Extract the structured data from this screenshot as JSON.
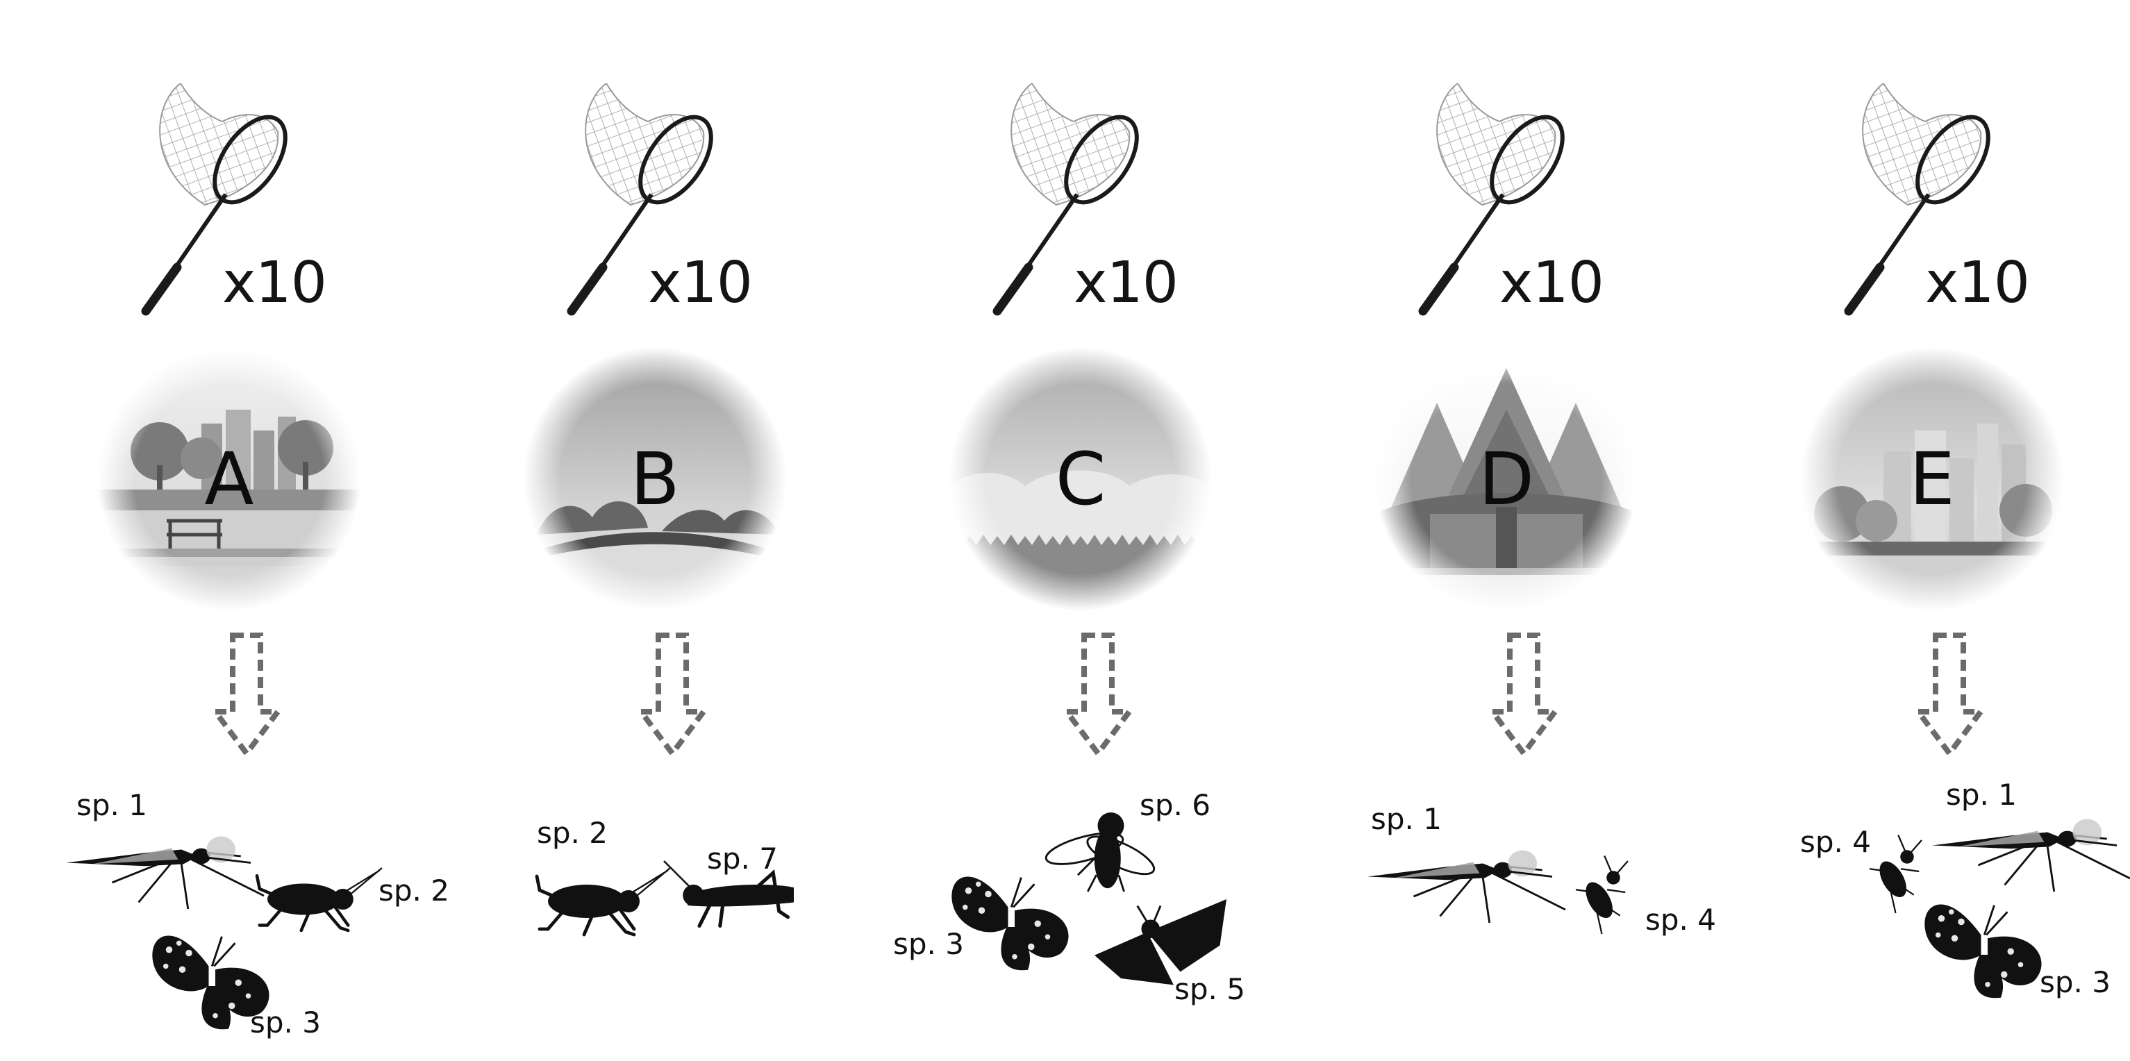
{
  "sites": [
    {
      "site_label": "A",
      "sample_count": "x10",
      "species": [
        {
          "label": "sp. 1"
        },
        {
          "label": "sp. 2"
        },
        {
          "label": "sp. 3"
        }
      ]
    },
    {
      "site_label": "B",
      "sample_count": "x10",
      "species": [
        {
          "label": "sp. 2"
        },
        {
          "label": "sp. 7"
        }
      ]
    },
    {
      "site_label": "C",
      "sample_count": "x10",
      "species": [
        {
          "label": "sp. 6"
        },
        {
          "label": "sp. 3"
        },
        {
          "label": "sp. 5"
        }
      ]
    },
    {
      "site_label": "D",
      "sample_count": "x10",
      "species": [
        {
          "label": "sp. 1"
        },
        {
          "label": "sp. 4"
        }
      ]
    },
    {
      "site_label": "E",
      "sample_count": "x10",
      "species": [
        {
          "label": "sp. 1"
        },
        {
          "label": "sp. 4"
        },
        {
          "label": "sp. 3"
        }
      ]
    }
  ],
  "colors": {
    "ink": "#111111",
    "net_mesh": "#9a9a9a",
    "arrow": "#6b6b6b",
    "scene_light": "#e6e6e6",
    "scene_mid": "#bdbdbd",
    "scene_dark": "#7a7a7a"
  },
  "icons": {
    "net": "butterfly-net-icon",
    "arrow": "dashed-down-arrow-icon",
    "mosquito": "mosquito-icon",
    "cricket": "cricket-icon",
    "butterfly": "butterfly-icon",
    "grasshopper": "grasshopper-icon",
    "fly": "fly-icon",
    "moth": "moth-icon",
    "bug": "bug-icon"
  }
}
